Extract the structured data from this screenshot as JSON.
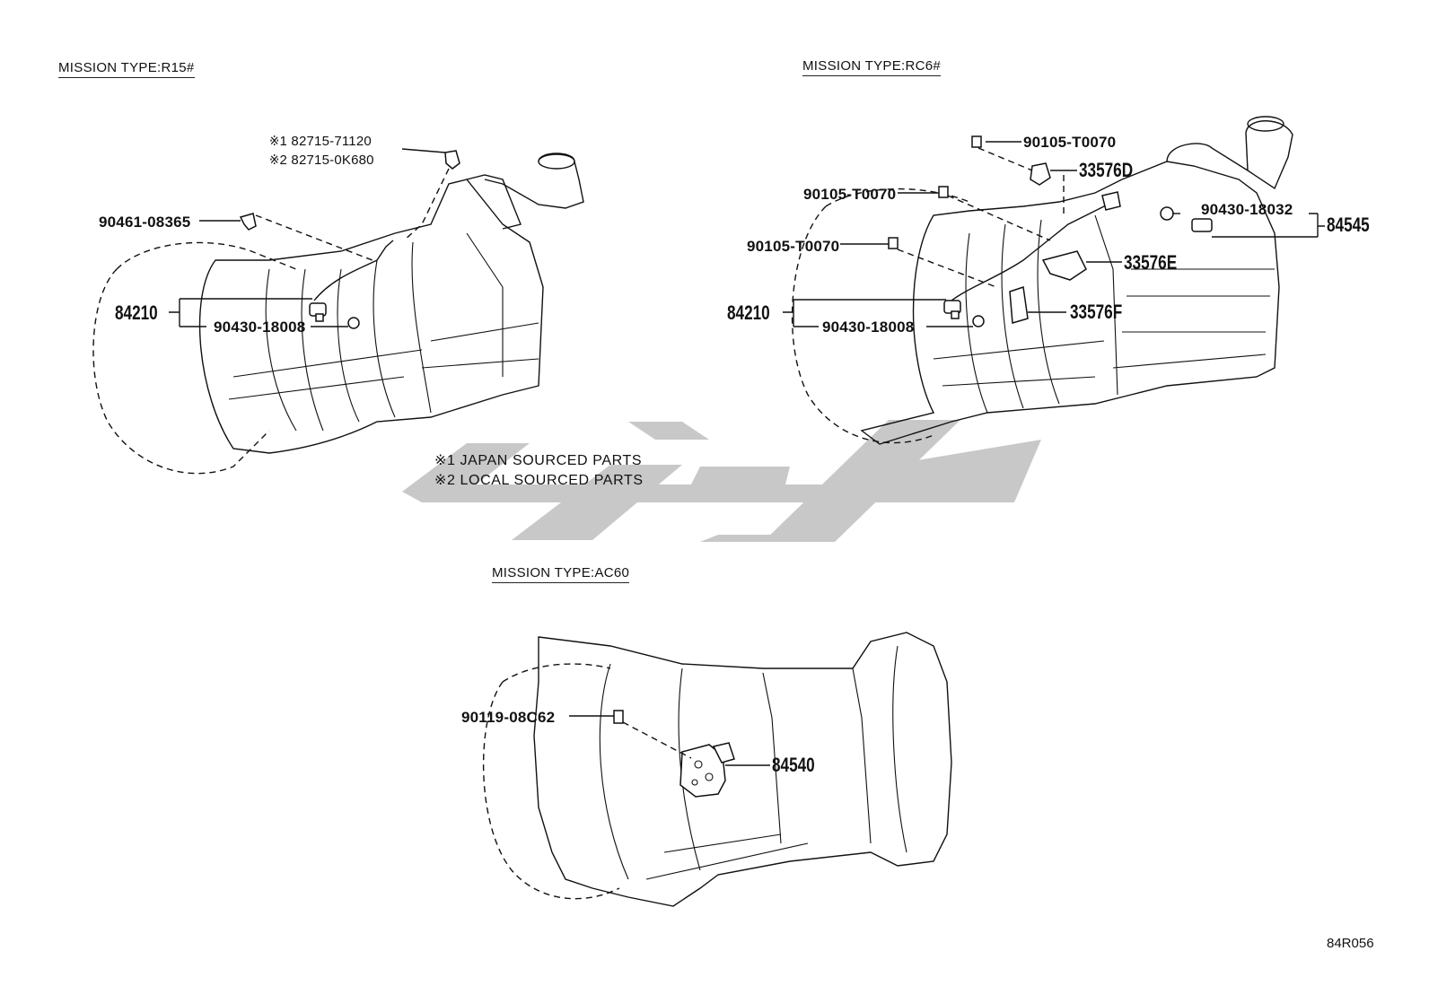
{
  "sections": {
    "r15": {
      "title": "MISSION TYPE:R15#",
      "callouts": {
        "p82715_1": "※1  82715-71120",
        "p82715_2": "※2  82715-0K680",
        "p90461": "90461-08365",
        "p84210": "84210",
        "p90430": "90430-18008"
      }
    },
    "rc6": {
      "title": "MISSION TYPE:RC6#",
      "callouts": {
        "p90105_a": "90105-T0070",
        "p33576d": "33576D",
        "p90105_b": "90105-T0070",
        "p90105_c": "90105-T0070",
        "p90430_18032": "90430-18032",
        "p84545": "84545",
        "p33576e": "33576E",
        "p84210": "84210",
        "p90430_18008": "90430-18008",
        "p33576f": "33576F"
      }
    },
    "ac60": {
      "title": "MISSION TYPE:AC60",
      "callouts": {
        "p90119": "90119-08C62",
        "p84540": "84540"
      }
    }
  },
  "notes": {
    "japan": "※1 JAPAN SOURCED PARTS",
    "local": "※2 LOCAL SOURCED PARTS"
  },
  "diagram_code": "84R056",
  "watermark": {
    "color": "#c8c8c8"
  }
}
